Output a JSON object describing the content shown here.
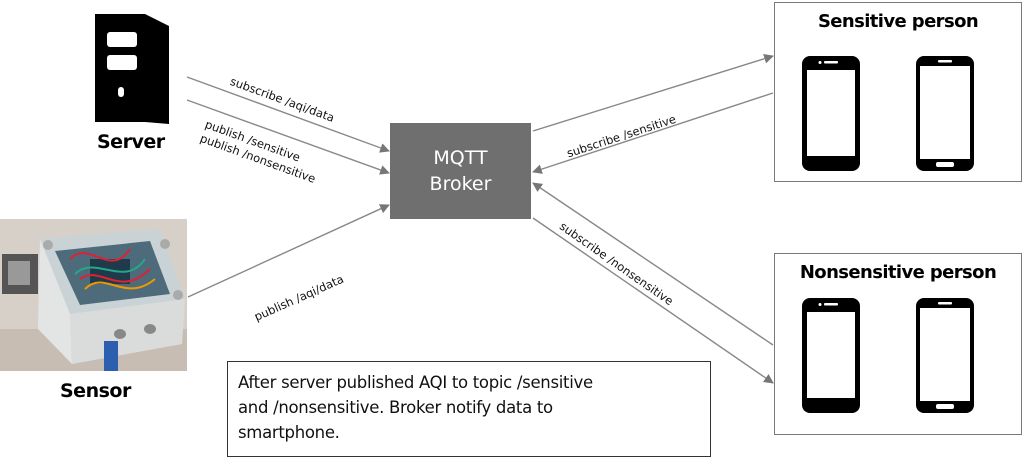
{
  "server": {
    "label": "Server",
    "icon": "server-tower-icon"
  },
  "sensor": {
    "label": "Sensor",
    "icon": "sensor-box-photo"
  },
  "broker": {
    "line1": "MQTT",
    "line2": "Broker"
  },
  "groups": [
    {
      "title": "Sensitive person",
      "devices": [
        "smartphone-icon",
        "smartphone-icon"
      ]
    },
    {
      "title": "Nonsensitive person",
      "devices": [
        "smartphone-icon",
        "smartphone-icon"
      ]
    }
  ],
  "arrows": {
    "server_subscribe": "subscribe /aqi/data",
    "server_publish_sensitive": "publish /sensitive",
    "server_publish_nonsensitive": "publish /nonsensitive",
    "sensor_publish": "publish /aqi/data",
    "sensitive_subscribe": "subscribe /sensitive",
    "nonsensitive_subscribe": "subscribe /nonsensitive"
  },
  "note": {
    "line1": "After server published AQI to topic /sensitive",
    "line2": "and /nonsensitive.  Broker notify data to",
    "line3": "smartphone."
  },
  "colors": {
    "broker": "#6f6f6f",
    "arrow": "#777777"
  }
}
